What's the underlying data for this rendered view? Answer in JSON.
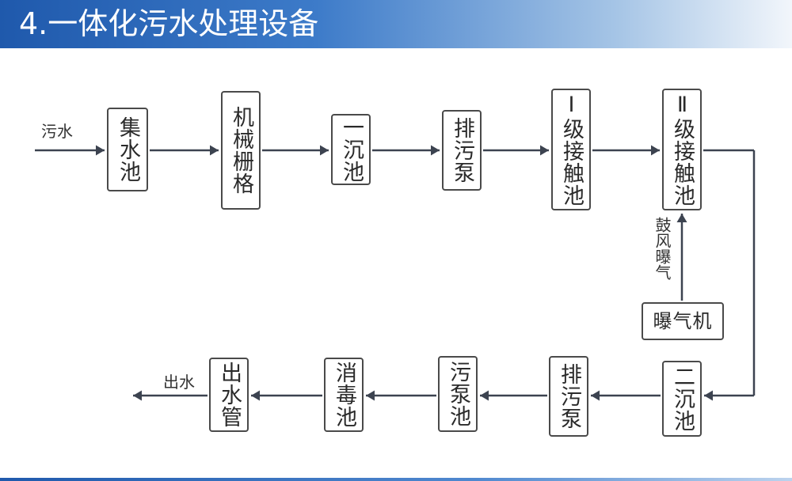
{
  "header": {
    "title": "4.一体化污水处理设备"
  },
  "nodes": {
    "collection_tank": "集水池",
    "mechanical_screen": "机械栅格",
    "primary_settling_tank": "一沉池",
    "sewage_pump_1": "排污泵",
    "stage1_contact_tank": "Ⅰ级接触池",
    "stage2_contact_tank": "Ⅱ级接触池",
    "aerator": "曝气机",
    "secondary_settling_tank": "二沉池",
    "sewage_pump_2": "排污泵",
    "sludge_pump_tank": "污泵池",
    "disinfection_tank": "消毒池",
    "outlet_pipe": "出水管"
  },
  "labels": {
    "inflow": "污水",
    "outflow": "出水",
    "aeration": "鼓风曝气"
  },
  "colors": {
    "line": "#3c4350",
    "border": "#4a4a4a"
  }
}
